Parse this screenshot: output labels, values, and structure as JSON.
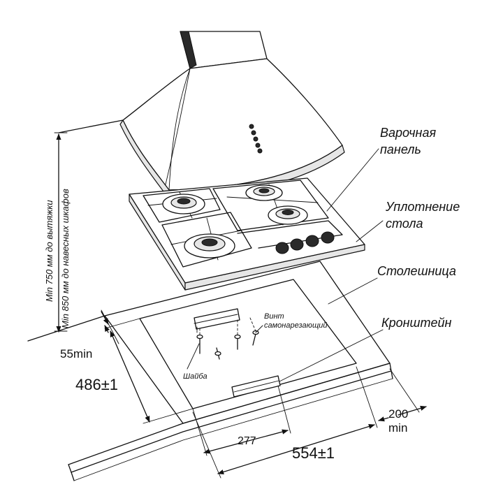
{
  "labels": {
    "hob": [
      "Варочная",
      "панель"
    ],
    "seal": [
      "Уплотнение",
      "стола"
    ],
    "countertop": "Столешница",
    "bracket": "Кронштейн",
    "screw": [
      "Винт",
      "самонарезающий"
    ],
    "washer": "Шайба"
  },
  "vertical_notes": {
    "hood_min": "Min 750 мм до вытяжки",
    "cabinet_min": "Min 850 мм до навесных шкафов"
  },
  "dimensions": {
    "edge_gap": "55min",
    "depth": "486±1",
    "bracket_offset": "277",
    "width": "554±1",
    "rear_gap": [
      "200",
      "min"
    ]
  },
  "colors": {
    "line": "#111111",
    "background": "#ffffff",
    "knob": "#2a2a2a"
  }
}
